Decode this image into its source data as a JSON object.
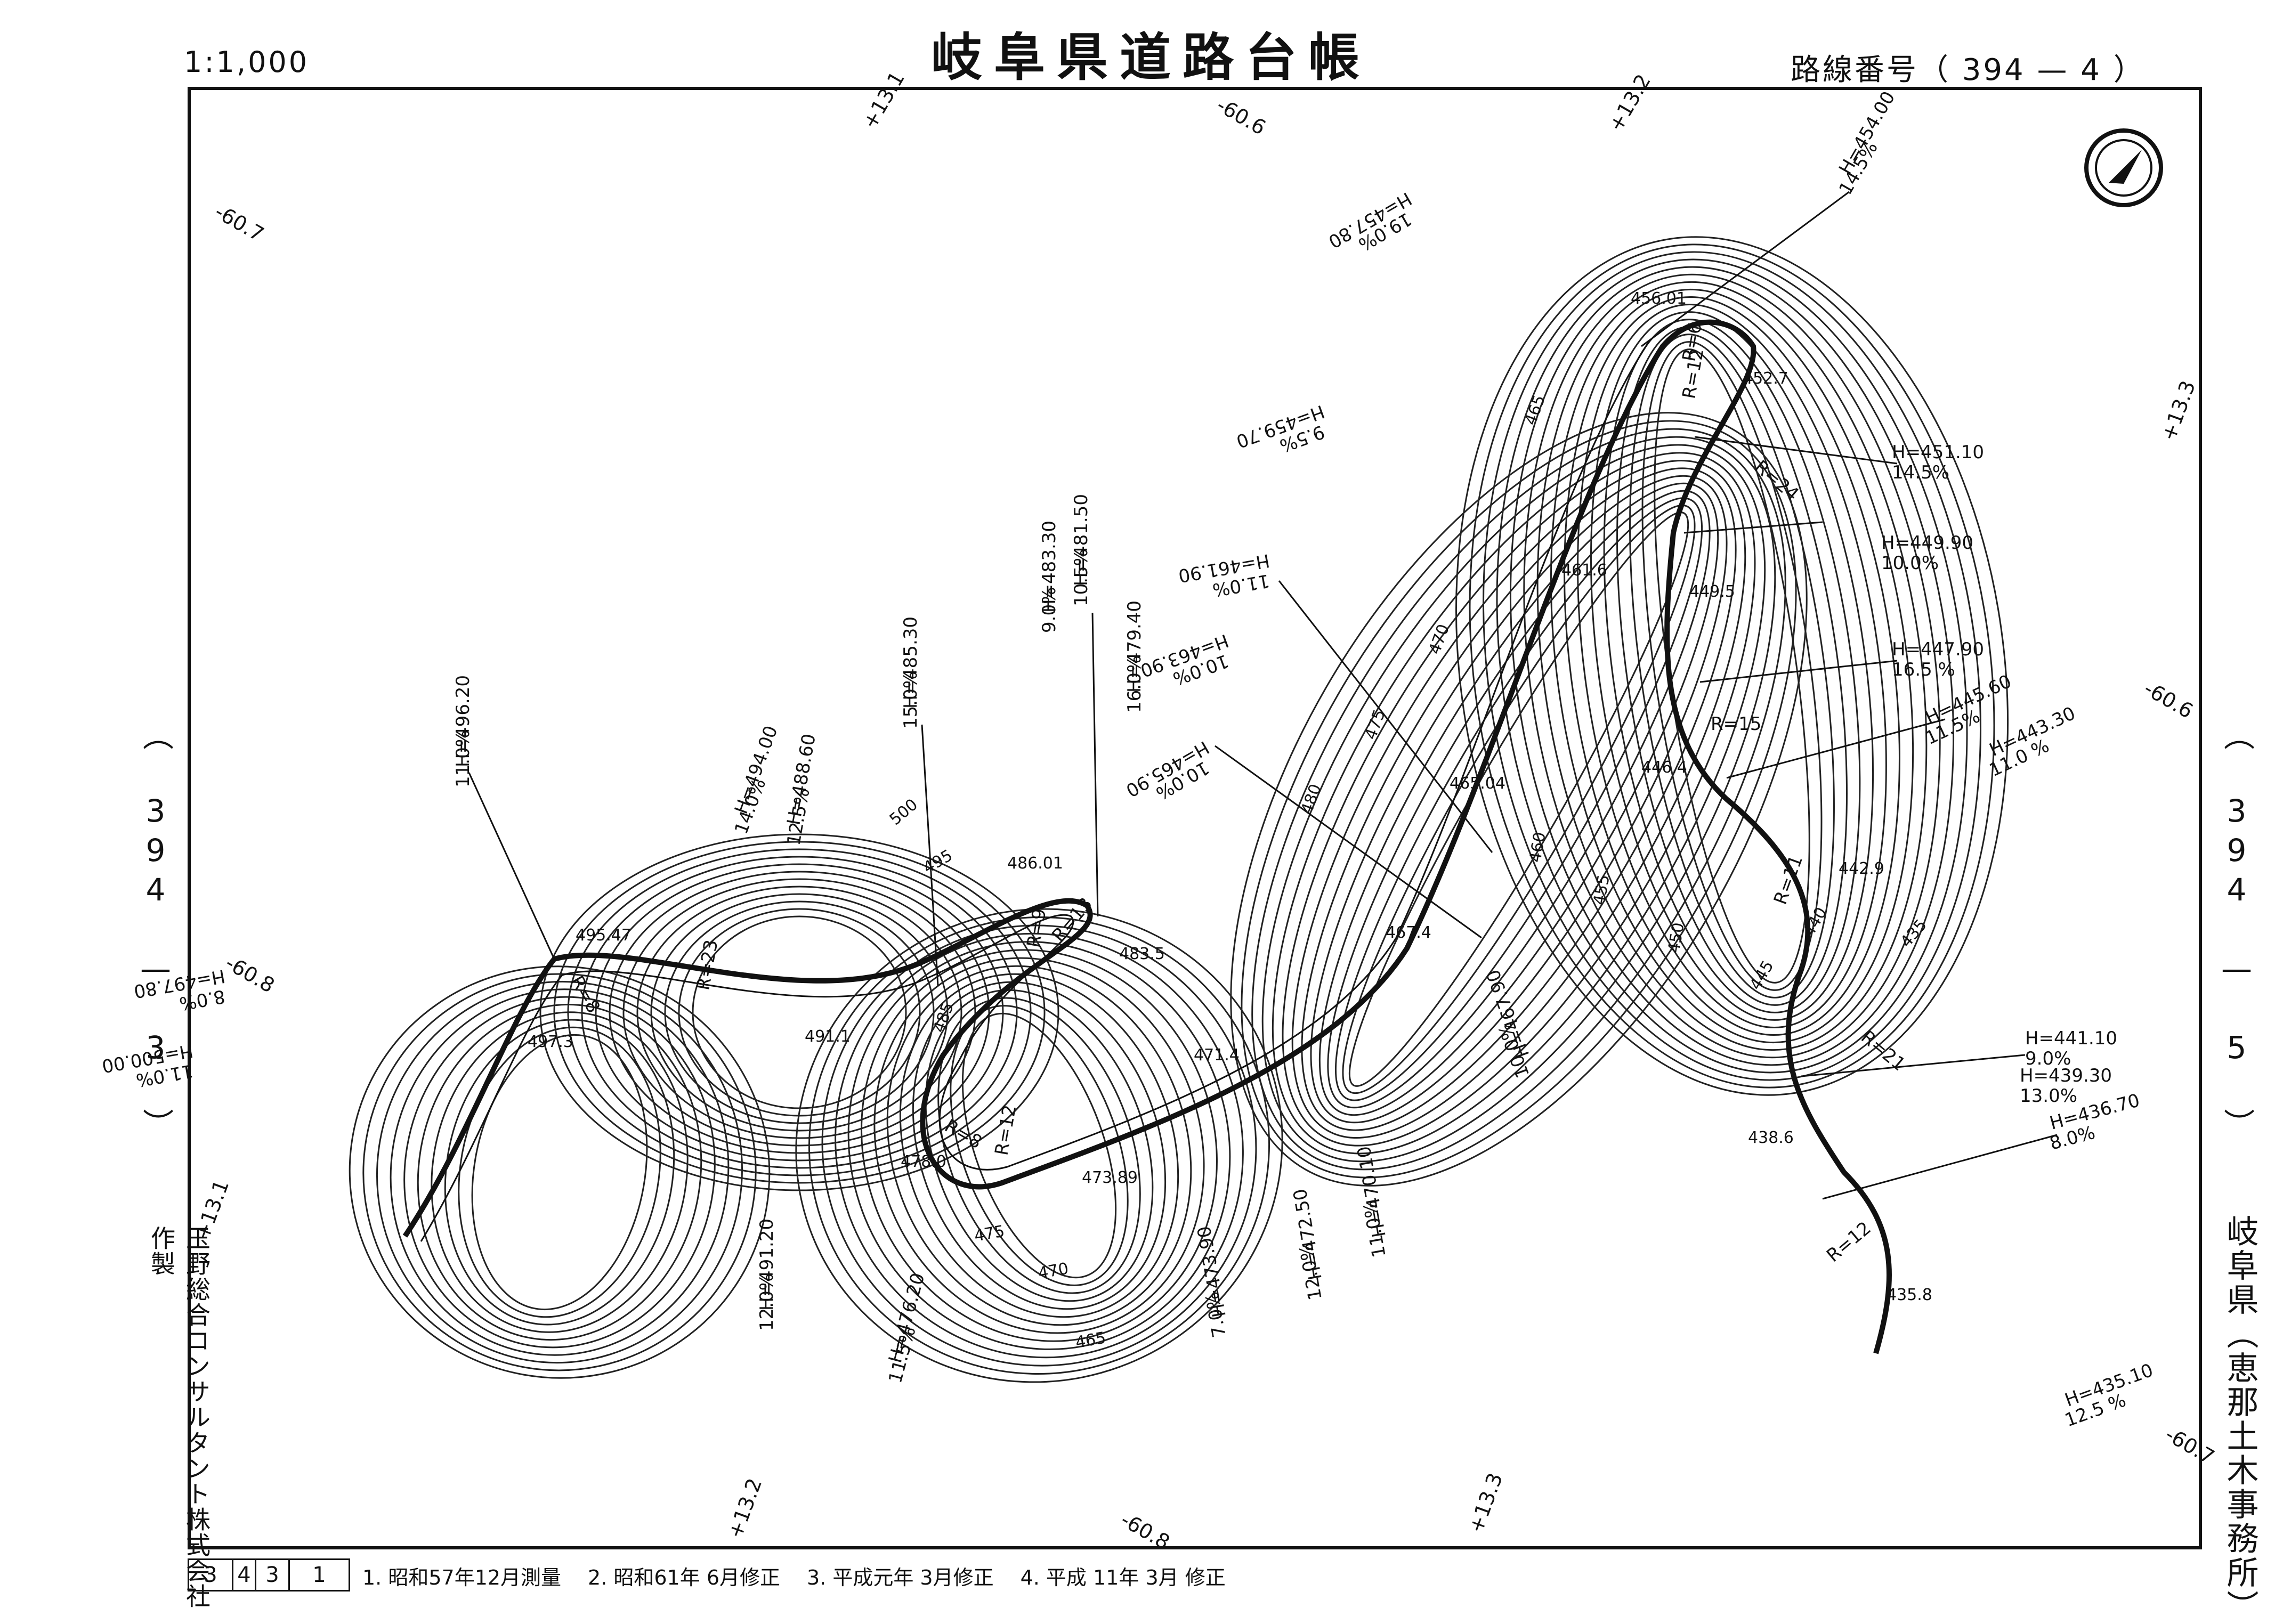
{
  "header": {
    "title": "岐阜県道路台帳",
    "scale": "1:1,000",
    "route_label": "路線番号（ 394 — 4 ）"
  },
  "sides": {
    "left_route": "（ 394 — 3 ）",
    "right_route": "（ 394 — 5 ）",
    "maker": "玉野総合コンサルタント株式会社作製",
    "office": "岐阜県（恵那土木事務所）"
  },
  "footer": {
    "sheet_numbers": [
      "3",
      "4",
      "3",
      "1"
    ],
    "notes": [
      "1. 昭和57年12月測量",
      "2. 昭和61年 6月修正",
      "3. 平成元年 3月修正",
      "4. 平成 11年 3月 修正"
    ]
  },
  "grid_marks": [
    "+13.1",
    "-60.6",
    "+13.2",
    "+13.3",
    "-60.7",
    "-60.6",
    "-60.8",
    "+13.1",
    "+13.2",
    "-60.8",
    "+13.3",
    "-60.7"
  ],
  "gradients": [
    {
      "elev": "H=454.00",
      "grade": "14.5%"
    },
    {
      "elev": "H=457.80",
      "grade": "19.0%"
    },
    {
      "elev": "H=459.70",
      "grade": "9.5%"
    },
    {
      "elev": "H=451.10",
      "grade": "14.5%"
    },
    {
      "elev": "H=449.90",
      "grade": "10.0%"
    },
    {
      "elev": "H=461.90",
      "grade": "11.0%"
    },
    {
      "elev": "H=463.90",
      "grade": "10.0%"
    },
    {
      "elev": "H=447.90",
      "grade": "16.5 %"
    },
    {
      "elev": "H=445.60",
      "grade": "11.5%"
    },
    {
      "elev": "H=443.30",
      "grade": "11.0 %"
    },
    {
      "elev": "H=465.90",
      "grade": "10.0%"
    },
    {
      "elev": "H=481.50",
      "grade": "10.5%"
    },
    {
      "elev": "H=483.30",
      "grade": "9.0%"
    },
    {
      "elev": "H=479.40",
      "grade": "16.0%"
    },
    {
      "elev": "H=485.30",
      "grade": "15.0%"
    },
    {
      "elev": "H=496.20",
      "grade": "11.0%"
    },
    {
      "elev": "H=494.00",
      "grade": "14.0%"
    },
    {
      "elev": "H=488.60",
      "grade": "12.5%"
    },
    {
      "elev": "H=497.80",
      "grade": "8.0%"
    },
    {
      "elev": "H=500.00",
      "grade": "11.0%"
    },
    {
      "elev": "H=441.10",
      "grade": "9.0%"
    },
    {
      "elev": "H=439.30",
      "grade": "13.0%"
    },
    {
      "elev": "H=436.70",
      "grade": "8.0%"
    },
    {
      "elev": "H=467.90",
      "grade": "10.0%"
    },
    {
      "elev": "H=470.10",
      "grade": "11.0%"
    },
    {
      "elev": "H=472.50",
      "grade": "12.0%"
    },
    {
      "elev": "H=473.90",
      "grade": "7.0%"
    },
    {
      "elev": "H=491.20",
      "grade": "12.0%"
    },
    {
      "elev": "H=476.20",
      "grade": "11.5%"
    },
    {
      "elev": "H=435.10",
      "grade": "12.5 %"
    }
  ],
  "curve_radii": [
    "R=6",
    "R=12",
    "R=24",
    "R=15",
    "R=11",
    "R=21",
    "R=12",
    "R=23",
    "R=9",
    "R=13",
    "R=8",
    "R=12",
    "R=8"
  ],
  "spot_heights": [
    "456.01",
    "452.7",
    "461.6",
    "449.5",
    "465.04",
    "446.4",
    "442.9",
    "467.4",
    "495.47",
    "497.3",
    "486.01",
    "483.5",
    "491.1",
    "471.4",
    "478.0",
    "473.89",
    "438.6",
    "435.8"
  ],
  "contour_labels": [
    "465",
    "470",
    "475",
    "480",
    "460",
    "455",
    "450",
    "445",
    "440",
    "435",
    "500",
    "495",
    "485",
    "475",
    "470",
    "465"
  ]
}
